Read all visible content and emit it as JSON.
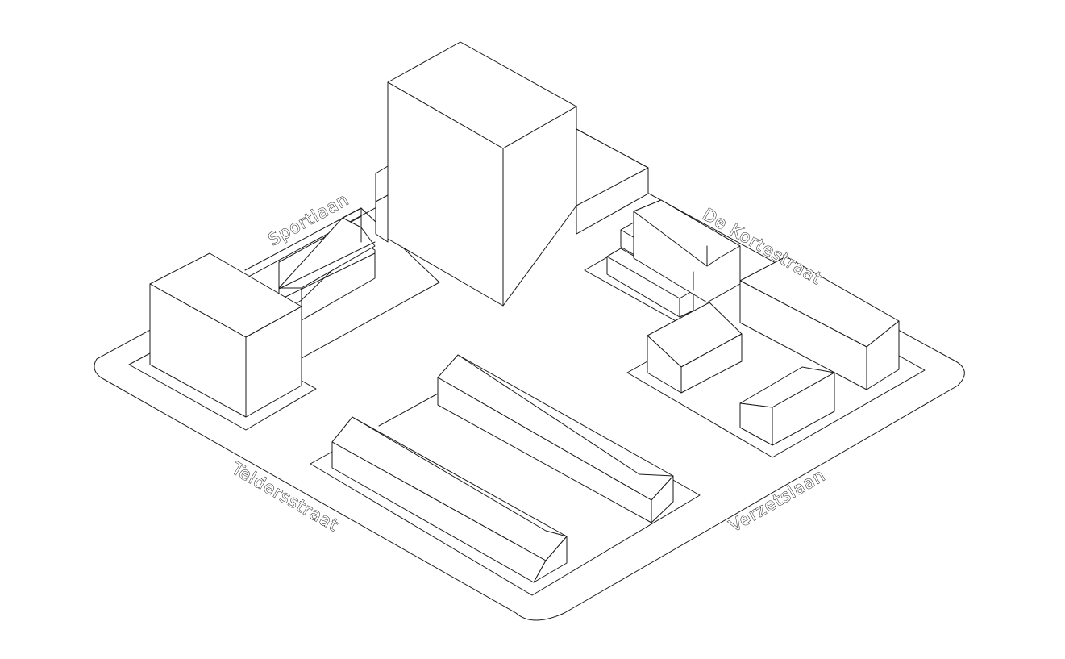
{
  "streets": {
    "sportlaan": "Sportlaan",
    "dekortestraat": "De Kortestraat",
    "teldersstraat": "Teldersstraat",
    "verzetslaan": "Verzetslaan"
  }
}
